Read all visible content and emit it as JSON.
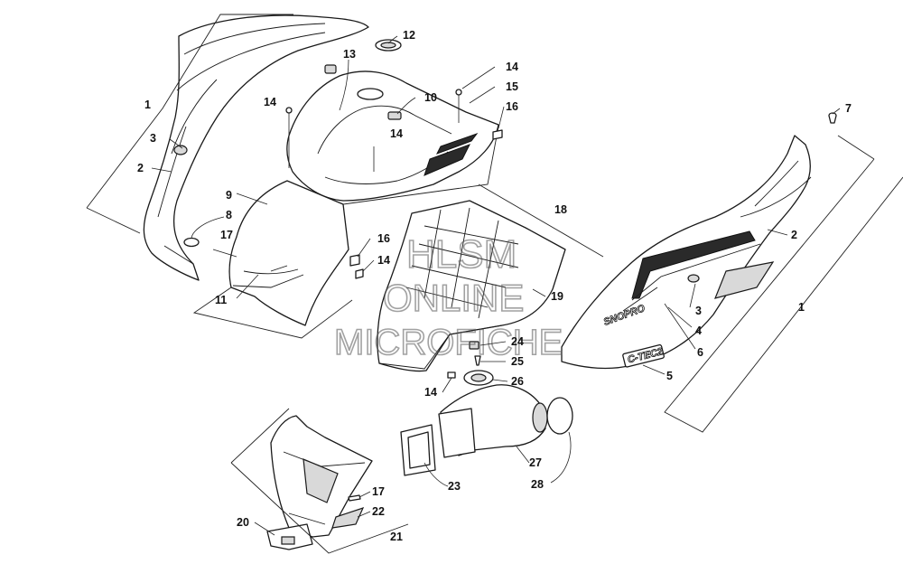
{
  "watermark": {
    "line1": "HLSM",
    "line2": "ONLINE",
    "line3": "MICROFICHE"
  },
  "decals": {
    "snopro": "SNOPRO",
    "ctec": "C-TEC2"
  },
  "callouts": {
    "c1_left": "1",
    "c1_right": "1",
    "c2_left": "2",
    "c2_right": "2",
    "c3_left": "3",
    "c3_right": "3",
    "c4": "4",
    "c5": "5",
    "c6": "6",
    "c7": "7",
    "c8": "8",
    "c9": "9",
    "c10": "10",
    "c11": "11",
    "c12": "12",
    "c13": "13",
    "c14_a": "14",
    "c14_b": "14",
    "c14_c": "14",
    "c14_d": "14",
    "c14_e": "14",
    "c15": "15",
    "c16_a": "16",
    "c16_b": "16",
    "c17_a": "17",
    "c17_b": "17",
    "c18": "18",
    "c19": "19",
    "c20": "20",
    "c21": "21",
    "c22": "22",
    "c23": "23",
    "c24": "24",
    "c25": "25",
    "c26": "26",
    "c27": "27",
    "c28": "28"
  }
}
